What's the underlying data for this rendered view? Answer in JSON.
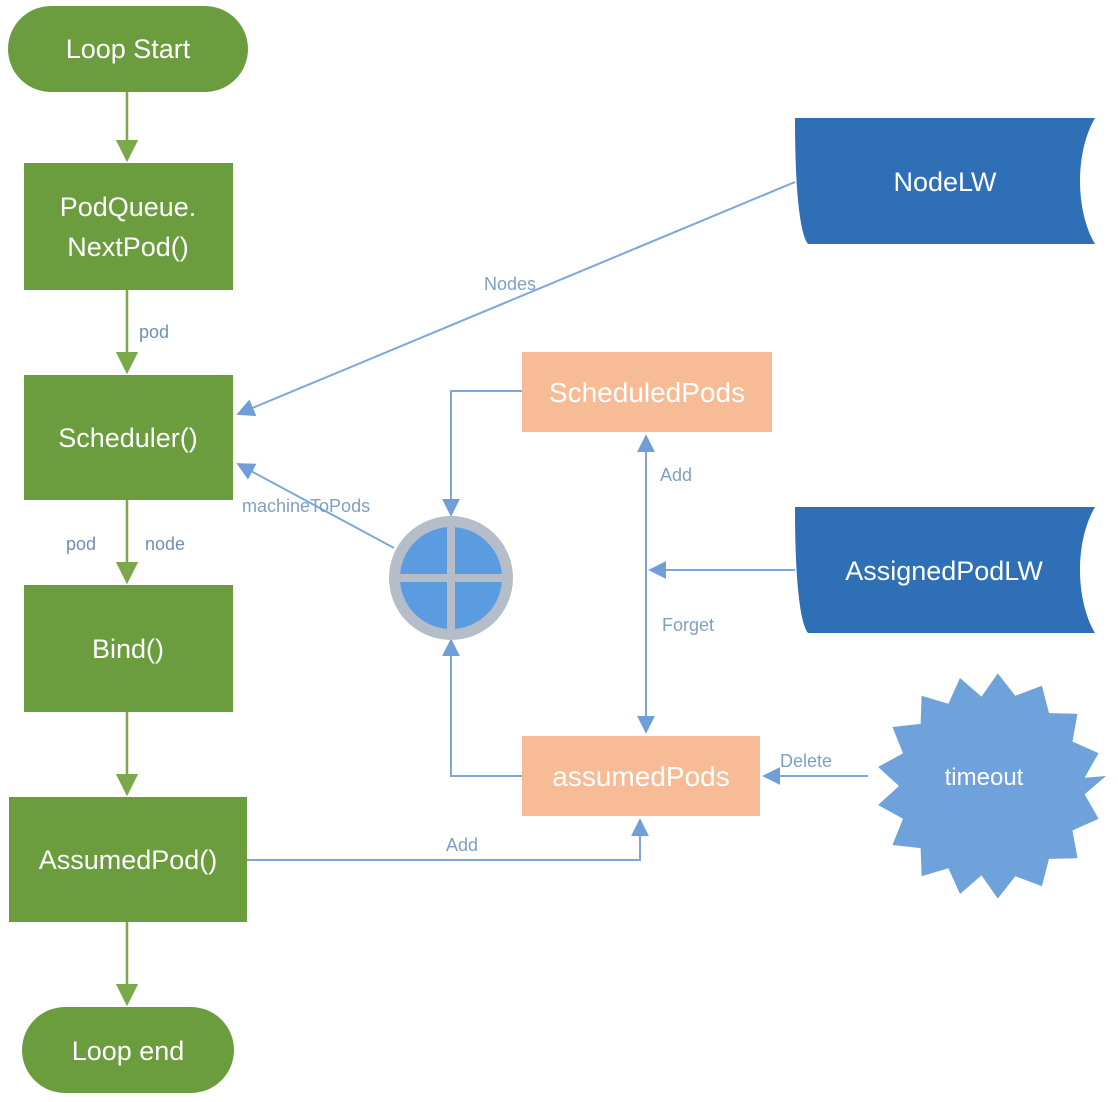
{
  "colors": {
    "green": "#6b9c3d",
    "green_line": "#7aa84a",
    "blue_dark": "#2e6fb5",
    "blue_light": "#6fa2db",
    "blue_line": "#7da7d9",
    "peach": "#f7bb96",
    "circle_fill": "#5b9be0",
    "circle_ring": "#b4bdc8",
    "edge_label": "#7f9fc4",
    "green_label": "#6f8fb5"
  },
  "flow": {
    "loop_start": "Loop Start",
    "next_pod_line1": "PodQueue.",
    "next_pod_line2": "NextPod()",
    "scheduler": "Scheduler()",
    "bind": "Bind()",
    "assumed_pod": "AssumedPod()",
    "loop_end": "Loop end"
  },
  "caches": {
    "scheduled_pods": "ScheduledPods",
    "assumed_pods": "assumedPods"
  },
  "sources": {
    "node_lw": "NodeLW",
    "assigned_pod_lw": "AssignedPodLW",
    "timeout": "timeout"
  },
  "edge_labels": {
    "pod_1": "pod",
    "pod_2": "pod",
    "node": "node",
    "nodes": "Nodes",
    "machine_to_pods": "machineToPods",
    "add_scheduled": "Add",
    "forget": "Forget",
    "delete": "Delete",
    "add_assumed": "Add"
  }
}
